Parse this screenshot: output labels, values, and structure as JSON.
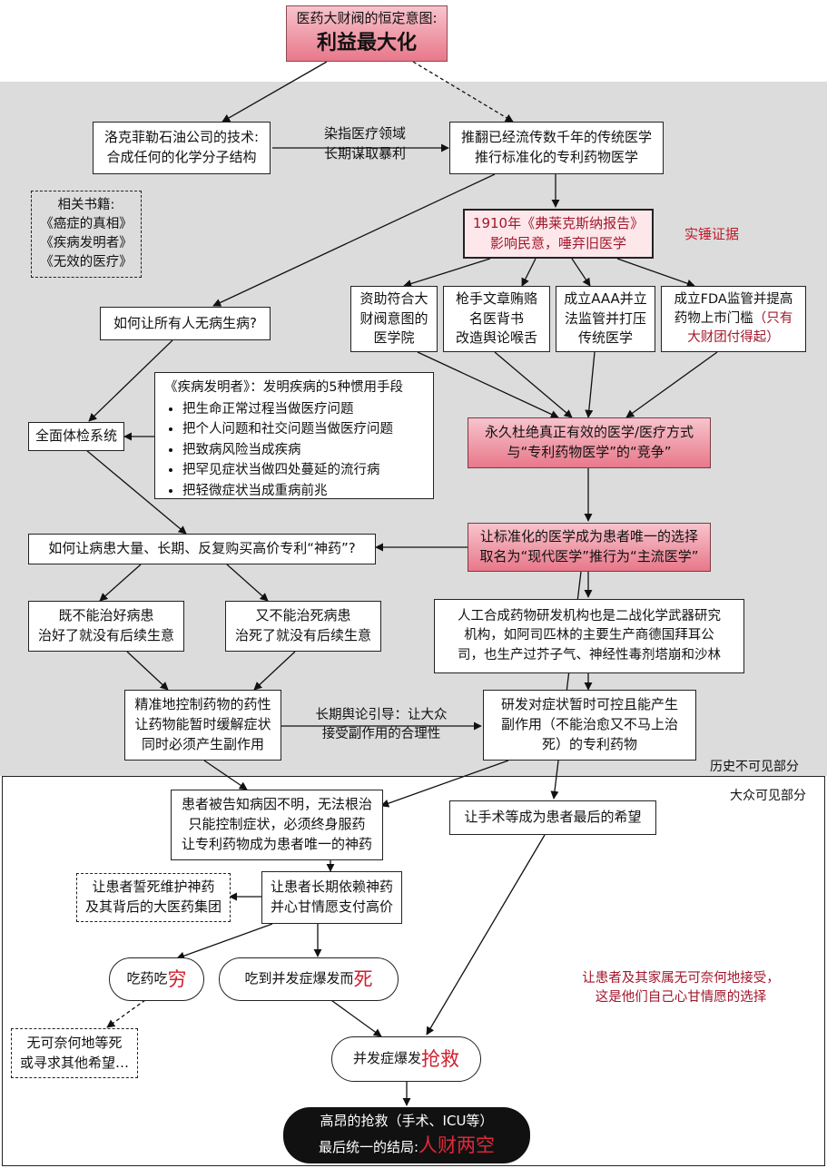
{
  "title_box": {
    "line1": "医药大财阀的恒定意图:",
    "line2": "利益最大化"
  },
  "rockefeller": {
    "line1": "洛克菲勒石油公司的技术:",
    "line2": "合成任何的化学分子结构"
  },
  "edge_rockefeller": {
    "line1": "染指医疗领域",
    "line2": "长期谋取暴利"
  },
  "overthrow": {
    "line1": "推翻已经流传数千年的传统医学",
    "line2": "推行标准化的专利药物医学"
  },
  "books": {
    "heading": "相关书籍:",
    "items": [
      "《癌症的真相》",
      "《疾病发明者》",
      "《无效的医疗》"
    ]
  },
  "flexner": {
    "line1": "1910年《弗莱克斯纳报告》",
    "line2": "影响民意，唾弃旧医学"
  },
  "evidence_label": "实锤证据",
  "fund_schools": {
    "line1": "资助符合大",
    "line2": "财阀意图的",
    "line3": "医学院"
  },
  "ghostwriters": {
    "line1": "枪手文章贿赂",
    "line2": "名医背书",
    "line3": "改造舆论喉舌"
  },
  "aaa": {
    "line1": "成立AAA并立",
    "line2": "法监管并打压",
    "line3": "传统医学"
  },
  "fda": {
    "line1": "成立FDA监管并提高",
    "line2": "药物上市门槛",
    "line2_red": "（只有",
    "line3_red": "大财团付得起）"
  },
  "no_disease_q": "如何让所有人无病生病?",
  "disease_mongers": {
    "heading": "《疾病发明者》：发明疾病的5种惯用手段",
    "items": [
      "把生命正常过程当做医疗问题",
      "把个人问题和社交问题当做医疗问题",
      "把致病风险当成疾病",
      "把罕见症状当做四处蔓延的流行病",
      "把轻微症状当成重病前兆"
    ]
  },
  "checkup": "全面体检系统",
  "eliminate": {
    "line1": "永久杜绝真正有效的医学/医疗方式",
    "line2": "与“专利药物医学”的“竞争”"
  },
  "buy_q": "如何让病患大量、长期、反复购买高价专利“神药”?",
  "only_choice": {
    "line1": "让标准化的医学成为患者唯一的选择",
    "line2": "取名为“现代医学”推行为“主流医学”"
  },
  "cannot_cure": {
    "line1": "既不能治好病患",
    "line2": "治好了就没有后续生意"
  },
  "cannot_kill": {
    "line1": "又不能治死病患",
    "line2": "治死了就没有后续生意"
  },
  "synthetic_drugs": {
    "line1": "人工合成药物研发机构也是二战化学武器研究",
    "line2": "机构，如阿司匹林的主要生产商德国拜耳公",
    "line3": "司，也生产过芥子气、神经性毒剂塔崩和沙林"
  },
  "control_drugs": {
    "line1": "精准地控制药物的药性",
    "line2": "让药物能暂时缓解症状",
    "line3": "同时必须产生副作用"
  },
  "edge_public_opinion": {
    "line1": "长期舆论引导：让大众",
    "line2": "接受副作用的合理性"
  },
  "symptom_drugs": {
    "line1": "研发对症状暂时可控且能产生",
    "line2": "副作用（不能治愈又不马上治",
    "line3": "死）的专利药物"
  },
  "hidden_label": "历史不可见部分",
  "visible_label": "大众可见部分",
  "told_unknown": {
    "line1": "患者被告知病因不明，无法根治",
    "line2": "只能控制症状，必须终身服药",
    "line3": "让专利药物成为患者唯一的神药"
  },
  "surgery_last": "让手术等成为患者最后的希望",
  "defend_drug": {
    "line1": "让患者誓死维护神药",
    "line2": "及其背后的大医药集团"
  },
  "depend": {
    "line1": "让患者长期依赖神药",
    "line2": "并心甘情愿支付高价"
  },
  "poor": {
    "text": "吃药吃",
    "em": "穷"
  },
  "die": {
    "text": "吃到并发症爆发而",
    "em": "死"
  },
  "accept_note": {
    "line1": "让患者及其家属无可奈何地接受，",
    "line2": "这是他们自己心甘情愿的选择"
  },
  "wait_death": {
    "line1": "无可奈何地等死",
    "line2": "或寻求其他希望…"
  },
  "rescue": {
    "text": "并发症爆发",
    "em": "抢救"
  },
  "final": {
    "line1": "高昂的抢救（手术、ICU等）",
    "line2": "最后统一的结局:",
    "em": "人财两空"
  },
  "colors": {
    "hidden_bg": "#dcdcdc",
    "pink_top": "#f7c4cd",
    "pink_bottom": "#e8788a",
    "accent_red": "#c41a2a"
  }
}
